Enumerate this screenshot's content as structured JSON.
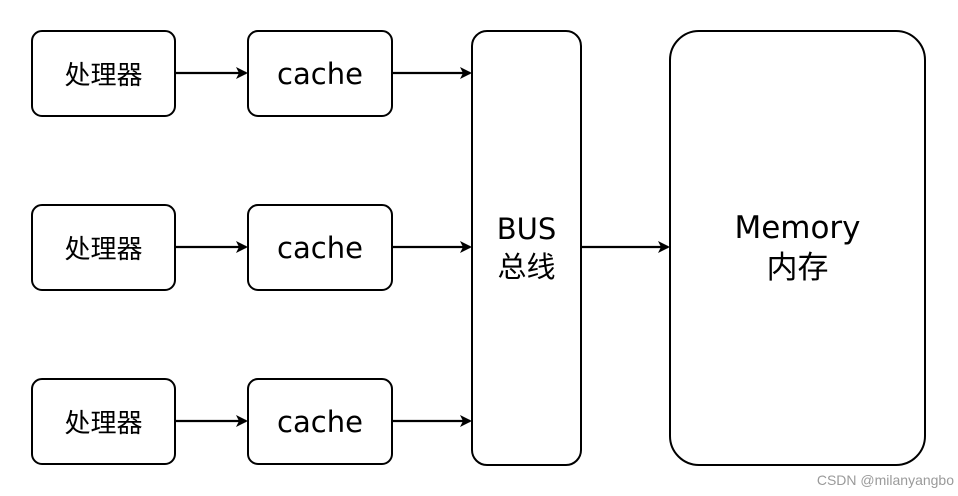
{
  "diagram": {
    "processors": [
      "处理器",
      "处理器",
      "处理器"
    ],
    "caches": [
      "cache",
      "cache",
      "cache"
    ],
    "bus": {
      "line1": "BUS",
      "line2": "总线"
    },
    "memory": {
      "line1": "Memory",
      "line2": "内存"
    },
    "edges": [
      {
        "from": "processor-1",
        "to": "cache-1"
      },
      {
        "from": "processor-2",
        "to": "cache-2"
      },
      {
        "from": "processor-3",
        "to": "cache-3"
      },
      {
        "from": "cache-1",
        "to": "bus"
      },
      {
        "from": "cache-2",
        "to": "bus"
      },
      {
        "from": "cache-3",
        "to": "bus"
      },
      {
        "from": "bus",
        "to": "memory"
      }
    ],
    "stroke_color": "#000000"
  },
  "watermark": "CSDN @milanyangbo"
}
